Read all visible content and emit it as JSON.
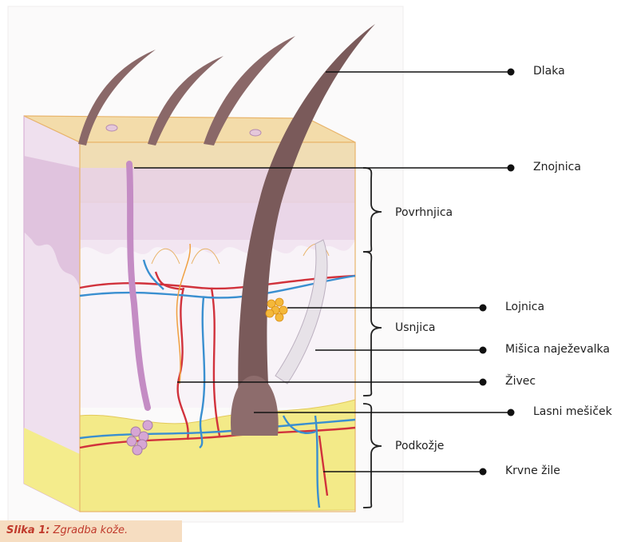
{
  "labels": {
    "dlaka": "Dlaka",
    "znojnica": "Znojnica",
    "lojnica": "Lojnica",
    "misica": "Mišica naježevalka",
    "zivec": "Živec",
    "lasni": "Lasni mešiček",
    "krvne": "Krvne žile"
  },
  "layers": {
    "povrhnjica": "Povrhnjica",
    "usnjica": "Usnjica",
    "podkozje": "Podkožje"
  },
  "caption": {
    "prefix": "Slika 1:",
    "text": " Zgradba kože."
  },
  "colors": {
    "epidermis_top": "#f3dcaa",
    "epidermis": "#e8d2e6",
    "dermis": "#f6eef6",
    "hypodermis": "#f3ea88",
    "hair": "#7a5a5a",
    "artery": "#d1323c",
    "vein": "#3a8fd0",
    "caption_bg": "#f6ddc1",
    "caption_text": "#c0392b"
  }
}
